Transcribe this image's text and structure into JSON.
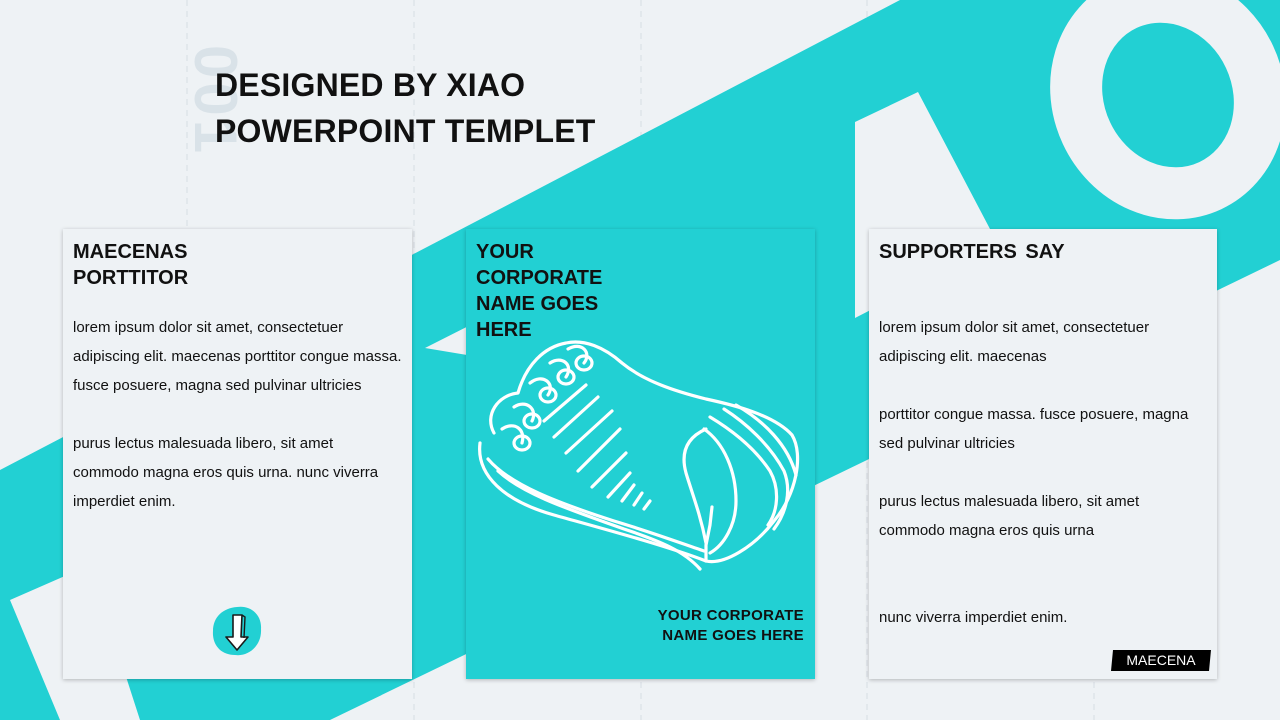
{
  "slide": {
    "title_line1": "DESIGNED BY XIAO",
    "title_line2": "POWERPOINT TEMPLET",
    "slide_number_watermark": "001",
    "background_watermark": "XIAO"
  },
  "colors": {
    "accent": "#22d0d3",
    "background": "#eef2f5",
    "text": "#111111"
  },
  "cards": {
    "left": {
      "heading_line1": "MAECENAS",
      "heading_line2": "PORTTITOR",
      "paragraph1": "lorem ipsum dolor sit amet, consectetuer adipiscing elit. maecenas porttitor congue massa. fusce posuere, magna sed pulvinar ultricies",
      "paragraph2": "purus lectus malesuada libero, sit amet commodo magna eros quis urna. nunc viverra imperdiet enim.",
      "icon": "down-arrow-icon"
    },
    "middle": {
      "heading_line1": "YOUR",
      "heading_line2": "CORPORATE",
      "heading_line3": "NAME GOES",
      "heading_line4": "HERE",
      "illustration": "notebook-icon",
      "caption_line1": "YOUR CORPORATE",
      "caption_line2": "NAME GOES HERE"
    },
    "right": {
      "heading": "SUPPORTERS SAY",
      "paragraph1": "lorem ipsum dolor sit amet, consectetuer adipiscing elit. maecenas",
      "paragraph2": "porttitor congue massa. fusce posuere, magna sed pulvinar ultricies",
      "paragraph3": "purus lectus malesuada libero, sit amet commodo magna eros quis urna",
      "paragraph4": "nunc viverra imperdiet enim.",
      "tag": "MAECENA"
    }
  }
}
